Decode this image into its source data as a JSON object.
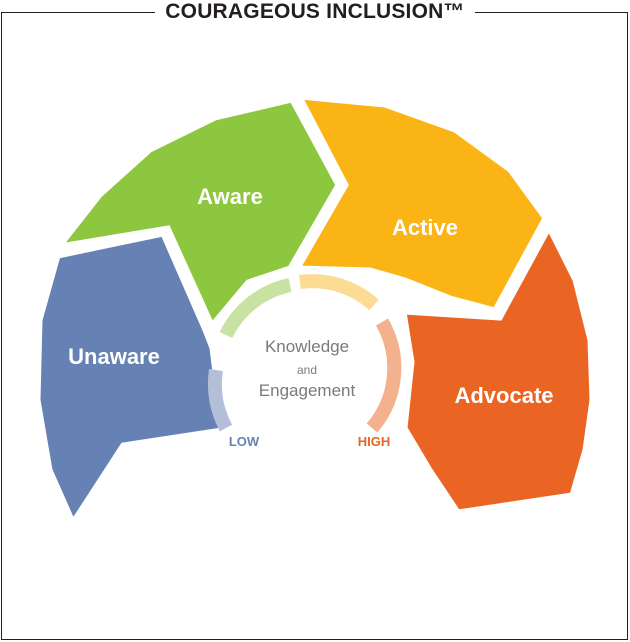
{
  "title": "COURAGEOUS INCLUSION™",
  "segments": [
    {
      "label": "Unaware",
      "color": "#6681b3"
    },
    {
      "label": "Aware",
      "color": "#8dc63f"
    },
    {
      "label": "Active",
      "color": "#fbb415"
    },
    {
      "label": "Advocate",
      "color": "#ea6423"
    }
  ],
  "center": {
    "line1": "Knowledge",
    "line2": "and",
    "line3": "Engagement"
  },
  "scale": {
    "low": "LOW",
    "high": "HIGH",
    "low_color": "#6681b3",
    "high_color": "#ea6423",
    "ring_colors": [
      "#b3bfd9",
      "#c8e2a2",
      "#fcdb93",
      "#f4b18e"
    ]
  }
}
